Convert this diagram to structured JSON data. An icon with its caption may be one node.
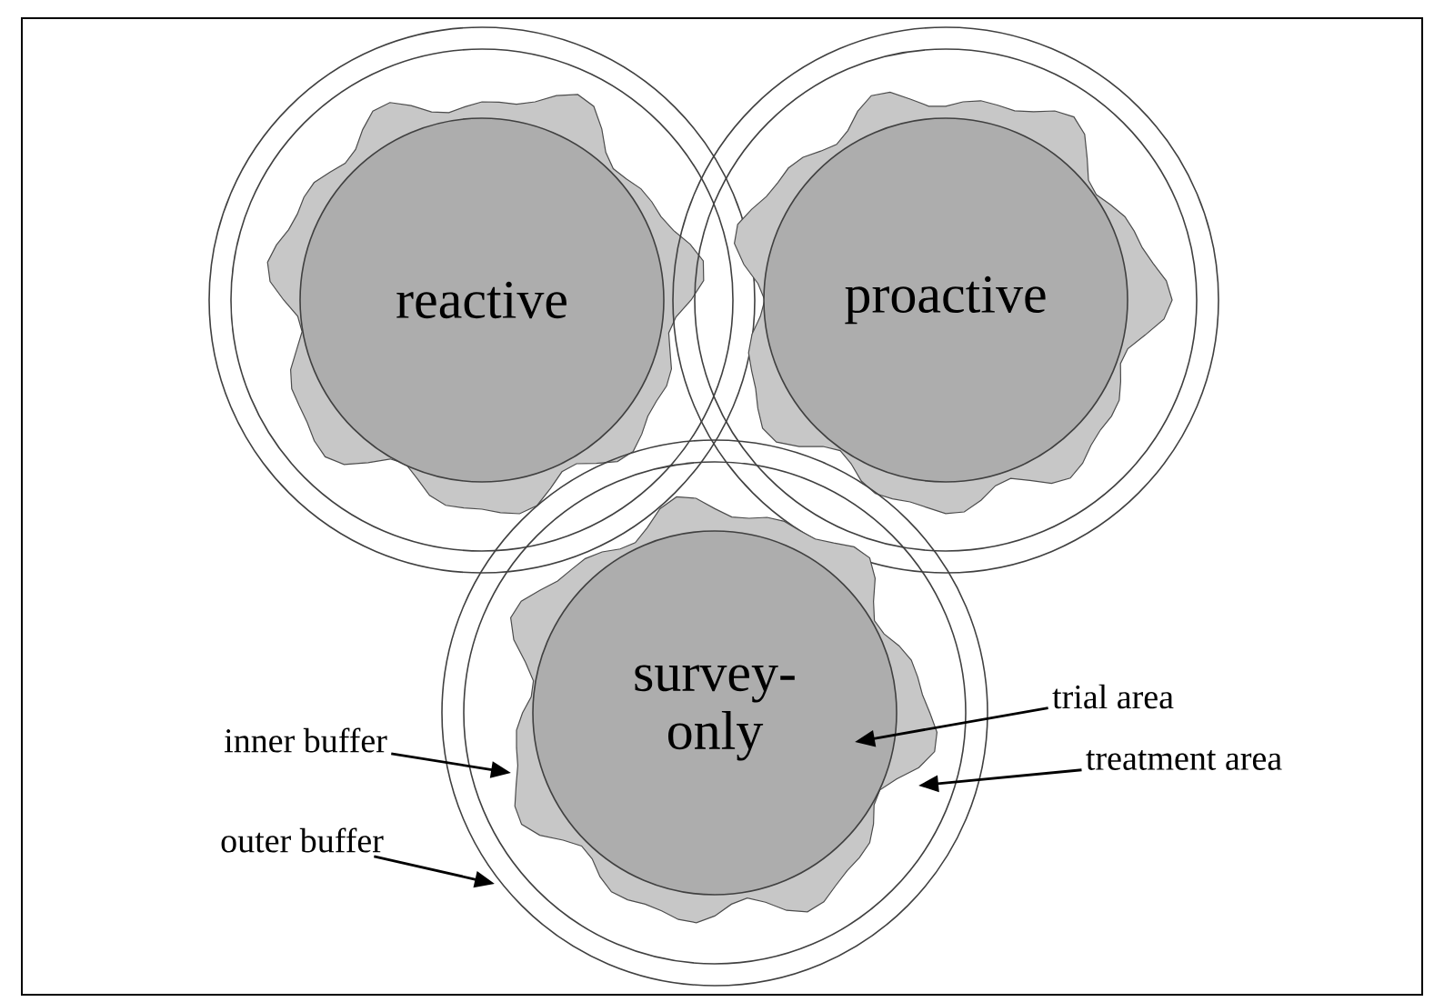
{
  "diagram": {
    "nodes": [
      {
        "text": [
          "reactive"
        ]
      },
      {
        "text": [
          "proactive"
        ]
      },
      {
        "text": [
          "survey-only"
        ]
      },
      {
        "text": [
          "inner buffer"
        ]
      },
      {
        "text": [
          "outer buffer"
        ]
      },
      {
        "text": [
          "trial area"
        ]
      },
      {
        "text": [
          "treatment area"
        ]
      }
    ],
    "edges": [
      {
        "from": 3,
        "to": null,
        "arrow": "to"
      },
      {
        "from": 4,
        "to": null,
        "arrow": "to"
      },
      {
        "from": 5,
        "to": 2,
        "arrow": "to"
      },
      {
        "from": 6,
        "to": null,
        "arrow": "to"
      }
    ]
  }
}
